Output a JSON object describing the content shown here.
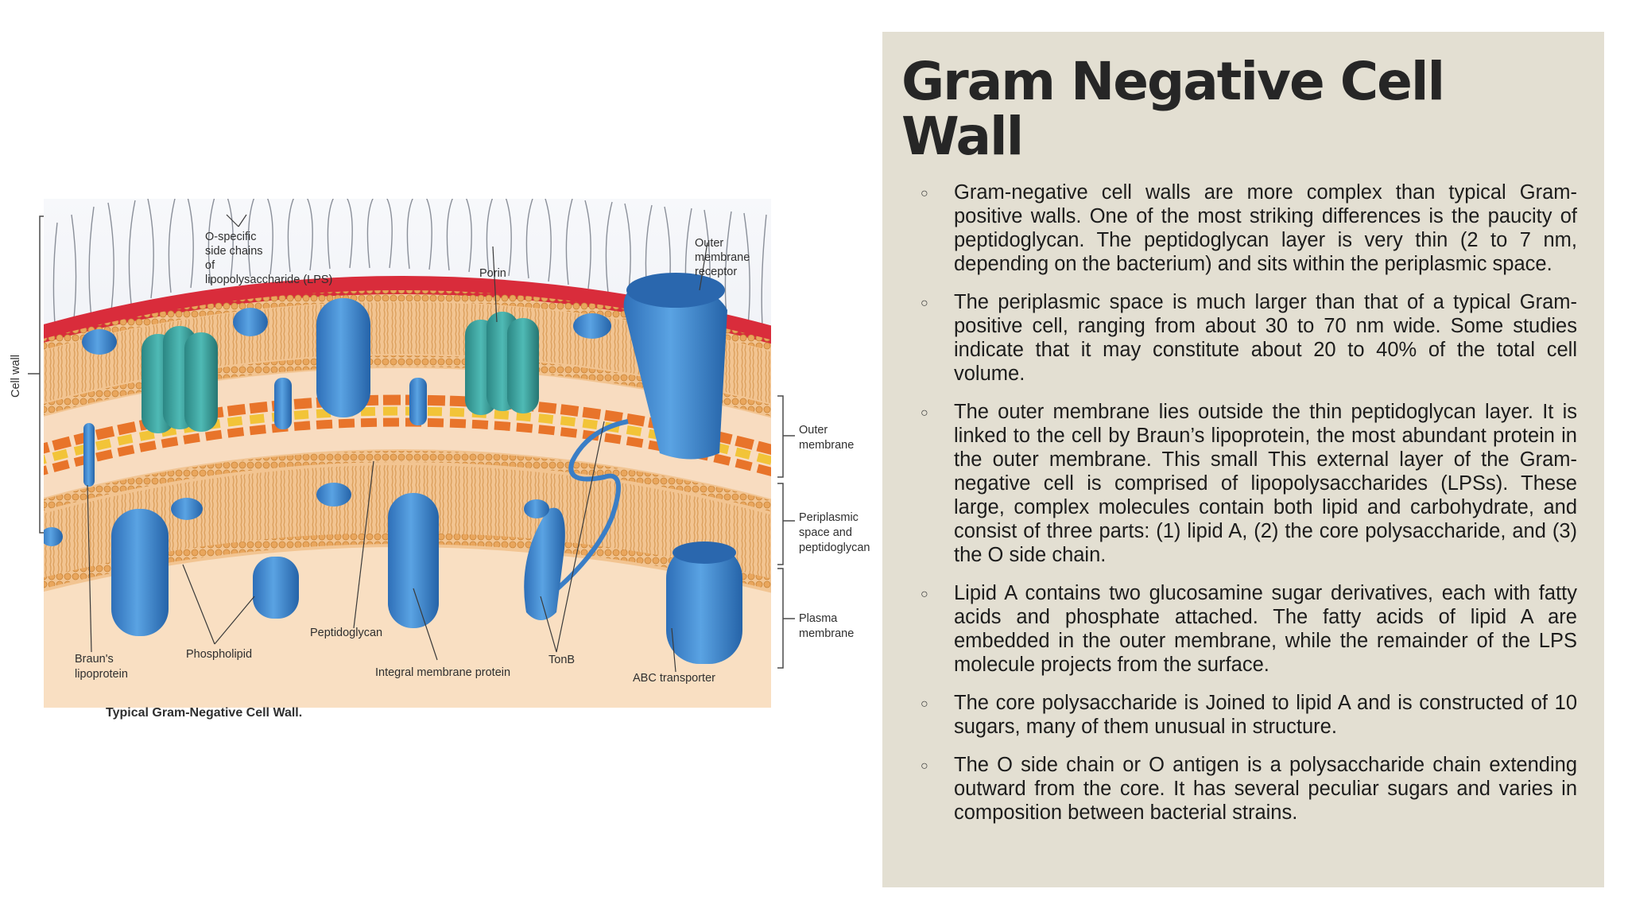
{
  "slide": {
    "title": "Gram Negative Cell Wall",
    "bullet_icon": "hollow-circle-bullet-icon",
    "bullets": [
      "Gram-negative cell walls are more complex than typical Gram-positive walls. One of the most striking differences is the paucity of peptidoglycan. The peptidoglycan layer is very thin (2 to 7 nm, depending on the bacterium) and sits within the periplasmic space.",
      "The periplasmic space is much larger than that of a typical Gram-positive cell, ranging from about 30 to 70 nm wide. Some studies indicate that it may constitute about 20 to 40% of the total cell volume.",
      "The outer membrane lies outside the thin peptidoglycan layer. It is linked to the cell by Braun’s lipoprotein, the most abundant protein in the outer membrane. This small This external layer of the Gram-negative cell is comprised of lipopolysaccharides (LPSs). These large, complex molecules contain both lipid and carbohydrate, and consist of three parts: (1) lipid A, (2) the core polysaccharide, and (3) the O side chain.",
      "Lipid A contains two glucosamine sugar derivatives, each with fatty acids and phosphate attached. The fatty acids of lipid A are embedded in the outer membrane, while the remainder of the LPS molecule projects from the surface.",
      "The core polysaccharide is  Joined to lipid A and is constructed of 10 sugars, many of them unusual in structure.",
      "The O side chain or O antigen is a polysaccharide chain extending outward from the core. It has several peculiar sugars and varies in composition between bacterial strains."
    ]
  },
  "figure": {
    "caption": "Typical Gram-Negative Cell Wall.",
    "labels": {
      "cell_wall": "Cell wall",
      "o_chain": [
        "O-specific",
        "side chains",
        "of",
        "lipopolysaccharide (LPS)"
      ],
      "porin": "Porin",
      "outer_receptor": [
        "Outer",
        "membrane",
        "receptor"
      ],
      "outer_membrane": [
        "Outer",
        "membrane"
      ],
      "periplasmic": [
        "Periplasmic",
        "space and",
        "peptidoglycan"
      ],
      "plasma_membrane": [
        "Plasma",
        "membrane"
      ],
      "brauns": [
        "Braun's",
        "lipoprotein"
      ],
      "phospholipid": "Phospholipid",
      "peptidoglycan": "Peptidoglycan",
      "integral": "Integral membrane protein",
      "tonb": "TonB",
      "abc": "ABC transporter"
    },
    "colors": {
      "lps_red": "#d92c3b",
      "lipid_orange": "#f0b77c",
      "lipid_head": "#e8a860",
      "periplasm_peach": "#f8dcc0",
      "peptidoglycan_orange": "#e8742a",
      "peptidoglycan_yellow": "#f2c438",
      "protein_blue": "#3b83cc",
      "porin_teal": "#3aa3a0"
    }
  }
}
